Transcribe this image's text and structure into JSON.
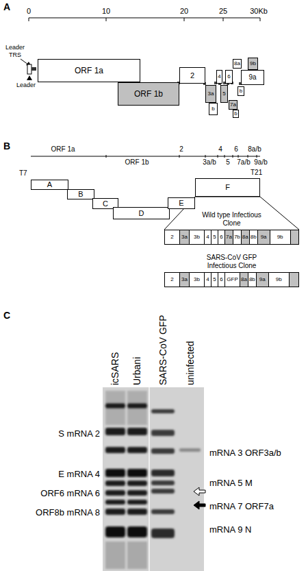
{
  "diagram": {
    "nodes": [
      {
        "text": [
          "ORF 1a"
        ]
      },
      {
        "text": [
          "ORF 1b"
        ]
      },
      {
        "text": [
          "2"
        ]
      },
      {
        "text": [
          "3a"
        ]
      },
      {
        "text": [
          "b"
        ]
      },
      {
        "text": [
          "4"
        ]
      },
      {
        "text": [
          "5"
        ]
      },
      {
        "text": [
          "6"
        ]
      },
      {
        "text": [
          "7a"
        ]
      },
      {
        "text": [
          "b"
        ]
      },
      {
        "text": [
          "8a"
        ]
      },
      {
        "text": [
          "b"
        ]
      },
      {
        "text": [
          "9b"
        ]
      },
      {
        "text": [
          "9a"
        ]
      },
      {
        "text": [
          "A"
        ]
      },
      {
        "text": [
          "B"
        ]
      },
      {
        "text": [
          "C"
        ]
      },
      {
        "text": [
          "D"
        ]
      },
      {
        "text": [
          "E"
        ]
      },
      {
        "text": [
          "F"
        ]
      },
      {
        "text": [
          "Wild type Infectious Clone"
        ]
      },
      {
        "text": [
          "2"
        ],
        "in": 20
      },
      {
        "text": [
          "3a"
        ],
        "in": 20
      },
      {
        "text": [
          "3b"
        ],
        "in": 20
      },
      {
        "text": [
          "4"
        ],
        "in": 20
      },
      {
        "text": [
          "5"
        ],
        "in": 20
      },
      {
        "text": [
          "6"
        ],
        "in": 20
      },
      {
        "text": [
          "7a"
        ],
        "in": 20
      },
      {
        "text": [
          "7b"
        ],
        "in": 20
      },
      {
        "text": [
          "8a"
        ],
        "in": 20
      },
      {
        "text": [
          "8b"
        ],
        "in": 20
      },
      {
        "text": [
          "9a"
        ],
        "in": 20
      },
      {
        "text": [
          "9b"
        ],
        "in": 20
      },
      {
        "text": [
          "SARS-CoV GFP Infectious Clone"
        ]
      },
      {
        "text": [
          "2"
        ],
        "in": 33
      },
      {
        "text": [
          "3a"
        ],
        "in": 33
      },
      {
        "text": [
          "3b"
        ],
        "in": 33
      },
      {
        "text": [
          "4"
        ],
        "in": 33
      },
      {
        "text": [
          "5"
        ],
        "in": 33
      },
      {
        "text": [
          "6"
        ],
        "in": 33
      },
      {
        "text": [
          "GFP"
        ],
        "in": 33
      },
      {
        "text": [
          "8a"
        ],
        "in": 33
      },
      {
        "text": [
          "8b"
        ],
        "in": 33
      },
      {
        "text": [
          "9a"
        ],
        "in": 33
      },
      {
        "text": [
          "9b"
        ],
        "in": 33
      }
    ],
    "edges": [
      {
        "from": 19,
        "to": 20,
        "arrow": "none"
      }
    ],
    "labels": [
      "A",
      "0",
      "10",
      "20",
      "25",
      "30Kb",
      "Leader TRS",
      "Leader",
      "B",
      "ORF 1a",
      "ORF 1b",
      "2",
      "3a/b",
      "4",
      "5",
      "6",
      "7a/b",
      "8a/b",
      "9a/b",
      "T7",
      "T21",
      "C",
      "icSARS",
      "Urbani",
      "SARS-CoV GFP",
      "uninfected",
      "S mRNA 2",
      "E mRNA 4",
      "ORF6 mRNA 6",
      "ORF8b mRNA 8",
      "mRNA 3 ORF3a/b",
      "mRNA 5 M",
      "mRNA 7 ORF7a",
      "mRNA 9 N"
    ]
  }
}
